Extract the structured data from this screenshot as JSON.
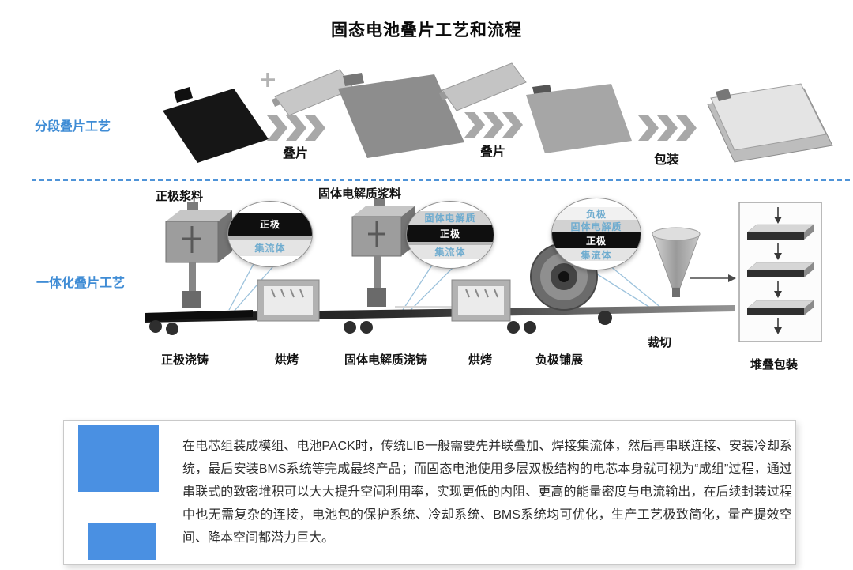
{
  "title": "固态电池叠片工艺和流程",
  "segmented": {
    "label": "分段叠片工艺",
    "step_labels": [
      "叠片",
      "叠片",
      "包装"
    ]
  },
  "integrated": {
    "label": "一体化叠片工艺",
    "slurry_labels": [
      "正极浆料",
      "固体电解质浆料"
    ],
    "insets": [
      {
        "layers": [
          "正极",
          "集流体"
        ]
      },
      {
        "layers": [
          "固体电解质",
          "正极",
          "集流体"
        ]
      },
      {
        "layers": [
          "负极",
          "固体电解质",
          "正极",
          "集流体"
        ]
      }
    ],
    "station_labels": [
      "正极浇铸",
      "烘烤",
      "固体电解质浇铸",
      "烘烤",
      "负极铺展",
      "裁切",
      "堆叠包装"
    ]
  },
  "note": {
    "text": "在电芯组装成模组、电池PACK时，传统LIB一般需要先并联叠加、焊接集流体，然后再串联连接、安装冷却系统，最后安装BMS系统等完成最终产品；而固态电池使用多层双极结构的电芯本身就可视为“成组”过程，通过串联式的致密堆积可以大大提升空间利用率，实现更低的内阻、更高的能量密度与电流输出，在后续封装过程中也无需复杂的连接，电池包的保护系统、冷却系统、BMS系统均可优化，生产工艺极致简化，量产提效空间、降本空间都潜力巨大。"
  },
  "colors": {
    "accent_blue": "#3f8cd5",
    "inset_text_blue": "#6faccf",
    "note_accent_blue": "#4a90e2",
    "divider_blue": "#4f94d8"
  }
}
